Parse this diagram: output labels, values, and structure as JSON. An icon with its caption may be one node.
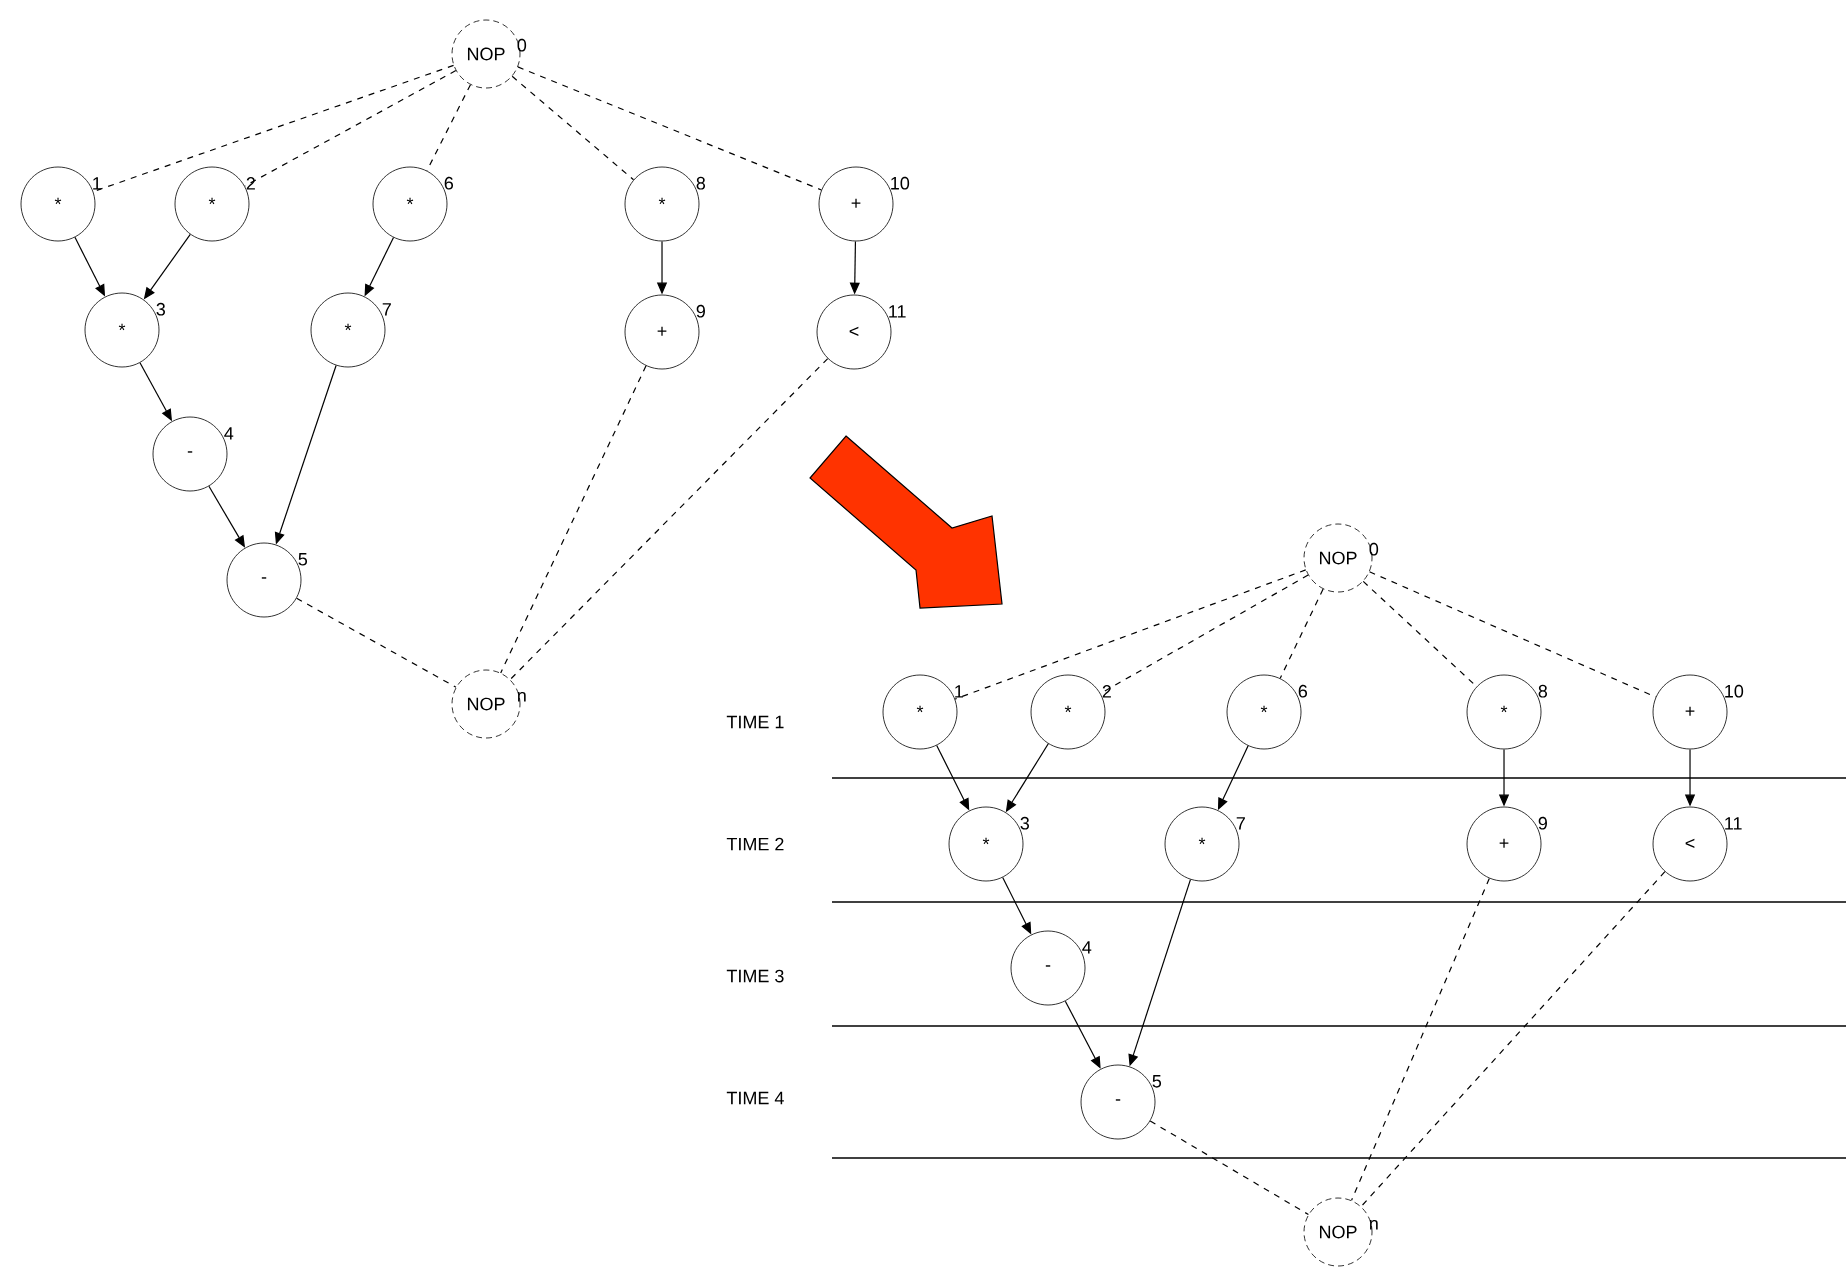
{
  "diagram": {
    "nodes": [
      {
        "text": [
          "NOP"
        ],
        "beside": [
          "0"
        ]
      },
      {
        "text": [
          "*"
        ],
        "beside": [
          "1"
        ]
      },
      {
        "text": [
          "*"
        ],
        "beside": [
          "2"
        ]
      },
      {
        "text": [
          "*"
        ],
        "beside": [
          "6"
        ]
      },
      {
        "text": [
          "*"
        ],
        "beside": [
          "8"
        ]
      },
      {
        "text": [
          "+"
        ],
        "beside": [
          "10"
        ]
      },
      {
        "text": [
          "*"
        ],
        "beside": [
          "3"
        ]
      },
      {
        "text": [
          "*"
        ],
        "beside": [
          "7"
        ]
      },
      {
        "text": [
          "+"
        ],
        "beside": [
          "9"
        ]
      },
      {
        "text": [
          "<"
        ],
        "beside": [
          "11"
        ]
      },
      {
        "text": [
          "-"
        ],
        "beside": [
          "4"
        ]
      },
      {
        "text": [
          "-"
        ],
        "beside": [
          "5"
        ]
      },
      {
        "text": [
          "NOP"
        ],
        "beside": [
          "n"
        ]
      },
      {
        "text": [
          "NOP"
        ],
        "beside": [
          "0"
        ]
      },
      {
        "text": [
          "*"
        ],
        "beside": [
          "1"
        ]
      },
      {
        "text": [
          "*"
        ],
        "beside": [
          "2"
        ]
      },
      {
        "text": [
          "*"
        ],
        "beside": [
          "6"
        ]
      },
      {
        "text": [
          "*"
        ],
        "beside": [
          "8"
        ]
      },
      {
        "text": [
          "+"
        ],
        "beside": [
          "10"
        ]
      },
      {
        "text": [
          "*"
        ],
        "beside": [
          "3"
        ]
      },
      {
        "text": [
          "*"
        ],
        "beside": [
          "7"
        ]
      },
      {
        "text": [
          "+"
        ],
        "beside": [
          "9"
        ]
      },
      {
        "text": [
          "<"
        ],
        "beside": [
          "11"
        ]
      },
      {
        "text": [
          "-"
        ],
        "beside": [
          "4"
        ]
      },
      {
        "text": [
          "-"
        ],
        "beside": [
          "5"
        ]
      },
      {
        "text": [
          "NOP"
        ],
        "beside": [
          "n"
        ]
      }
    ],
    "edges": [
      {
        "from": 0,
        "to": 1,
        "arrow": "none",
        "style": "dashed"
      },
      {
        "from": 0,
        "to": 2,
        "arrow": "none",
        "style": "dashed"
      },
      {
        "from": 0,
        "to": 3,
        "arrow": "none",
        "style": "dashed"
      },
      {
        "from": 0,
        "to": 4,
        "arrow": "none",
        "style": "dashed"
      },
      {
        "from": 0,
        "to": 5,
        "arrow": "none",
        "style": "dashed"
      },
      {
        "from": 1,
        "to": 6,
        "arrow": "to"
      },
      {
        "from": 2,
        "to": 6,
        "arrow": "to"
      },
      {
        "from": 3,
        "to": 7,
        "arrow": "to"
      },
      {
        "from": 4,
        "to": 8,
        "arrow": "to"
      },
      {
        "from": 5,
        "to": 9,
        "arrow": "to"
      },
      {
        "from": 6,
        "to": 10,
        "arrow": "to"
      },
      {
        "from": 10,
        "to": 11,
        "arrow": "to"
      },
      {
        "from": 7,
        "to": 11,
        "arrow": "to"
      },
      {
        "from": 11,
        "to": 12,
        "arrow": "none",
        "style": "dashed"
      },
      {
        "from": 8,
        "to": 12,
        "arrow": "none",
        "style": "dashed"
      },
      {
        "from": 9,
        "to": 12,
        "arrow": "none",
        "style": "dashed"
      },
      {
        "from": 13,
        "to": 14,
        "arrow": "none",
        "style": "dashed"
      },
      {
        "from": 13,
        "to": 15,
        "arrow": "none",
        "style": "dashed"
      },
      {
        "from": 13,
        "to": 16,
        "arrow": "none",
        "style": "dashed"
      },
      {
        "from": 13,
        "to": 17,
        "arrow": "none",
        "style": "dashed"
      },
      {
        "from": 13,
        "to": 18,
        "arrow": "none",
        "style": "dashed"
      },
      {
        "from": 14,
        "to": 19,
        "arrow": "to"
      },
      {
        "from": 15,
        "to": 19,
        "arrow": "to"
      },
      {
        "from": 16,
        "to": 20,
        "arrow": "to"
      },
      {
        "from": 17,
        "to": 21,
        "arrow": "to"
      },
      {
        "from": 18,
        "to": 22,
        "arrow": "to"
      },
      {
        "from": 19,
        "to": 23,
        "arrow": "to"
      },
      {
        "from": 23,
        "to": 24,
        "arrow": "to"
      },
      {
        "from": 20,
        "to": 24,
        "arrow": "to"
      },
      {
        "from": 24,
        "to": 25,
        "arrow": "none",
        "style": "dashed"
      },
      {
        "from": 21,
        "to": 25,
        "arrow": "none",
        "style": "dashed"
      },
      {
        "from": 22,
        "to": 25,
        "arrow": "none",
        "style": "dashed"
      }
    ],
    "labels": [
      "TIME 1",
      "TIME 2",
      "TIME 3",
      "TIME 4"
    ]
  }
}
